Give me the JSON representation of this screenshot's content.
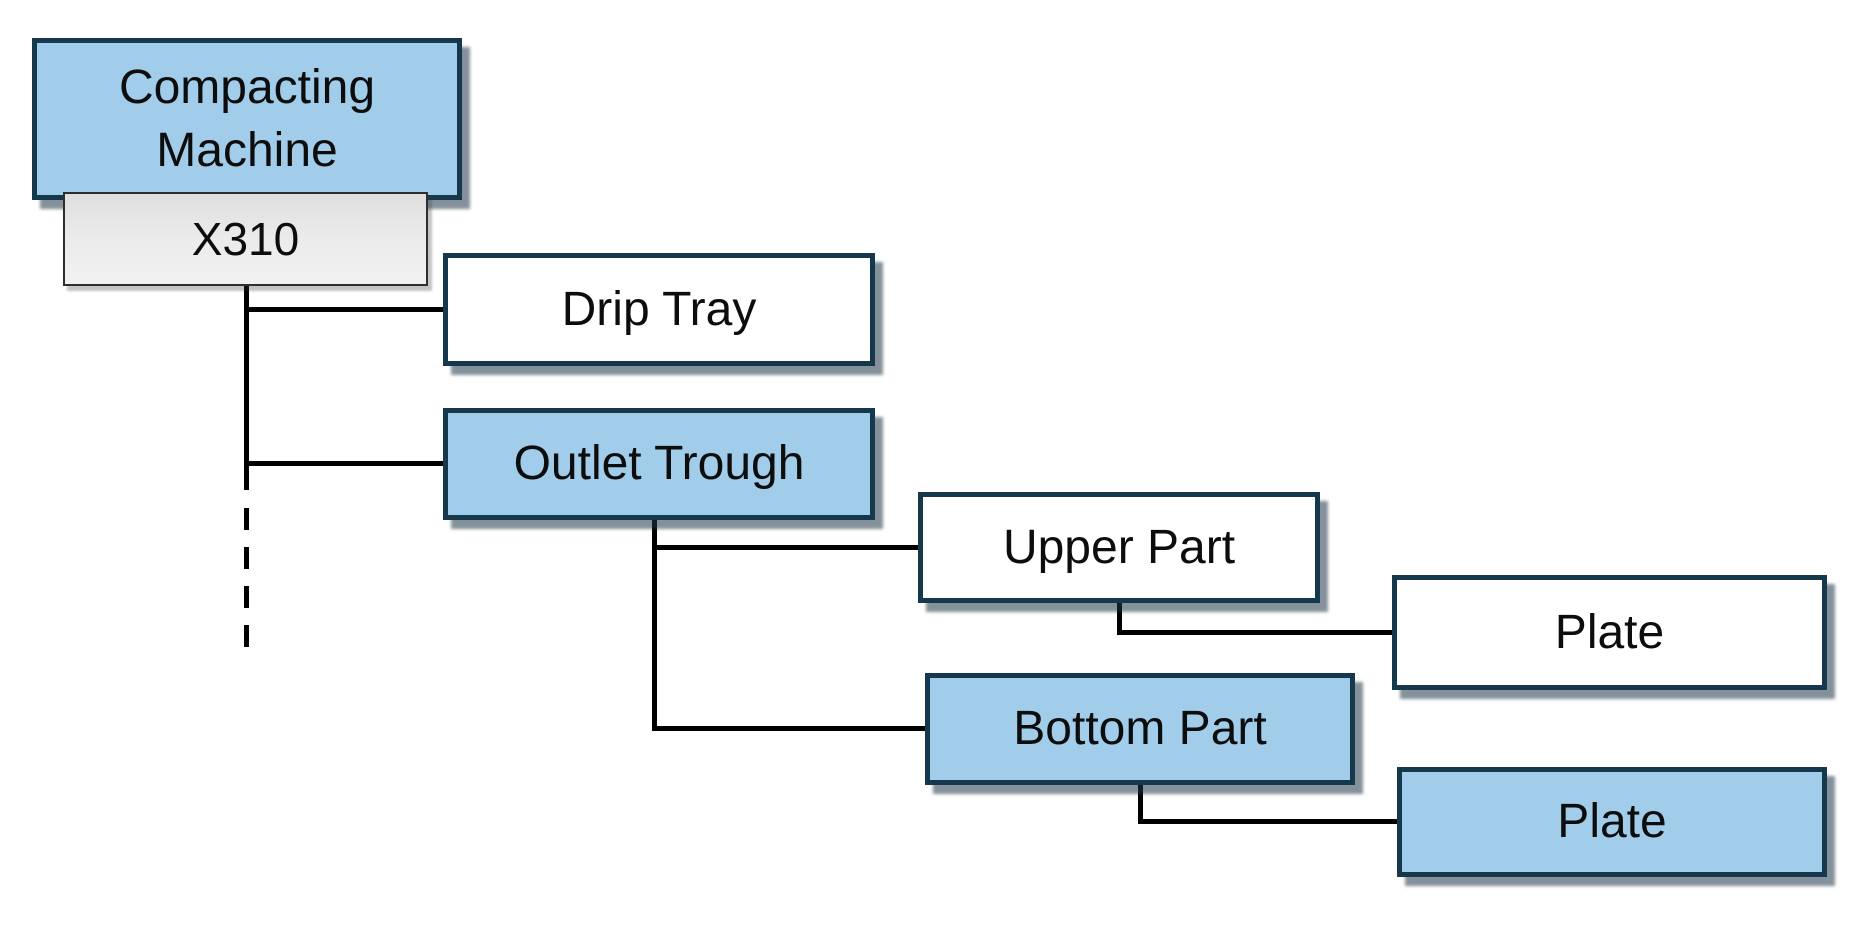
{
  "diagram": {
    "type": "product-structure-tree",
    "nodes": {
      "compacting_machine": {
        "label": "Compacting Machine",
        "style": "highlight",
        "level": 0
      },
      "model_badge": {
        "label": "X310",
        "style": "badge",
        "level": 0
      },
      "drip_tray": {
        "label": "Drip Tray",
        "style": "plain",
        "level": 1
      },
      "outlet_trough": {
        "label": "Outlet Trough",
        "style": "highlight",
        "level": 1
      },
      "upper_part": {
        "label": "Upper Part",
        "style": "plain",
        "level": 2
      },
      "plate_upper": {
        "label": "Plate",
        "style": "plain",
        "level": 3
      },
      "bottom_part": {
        "label": "Bottom Part",
        "style": "highlight",
        "level": 2
      },
      "plate_bottom": {
        "label": "Plate",
        "style": "highlight",
        "level": 3
      }
    },
    "edges": [
      {
        "parent": "compacting_machine",
        "child": "drip_tray"
      },
      {
        "parent": "compacting_machine",
        "child": "outlet_trough"
      },
      {
        "parent": "outlet_trough",
        "child": "upper_part"
      },
      {
        "parent": "outlet_trough",
        "child": "bottom_part"
      },
      {
        "parent": "upper_part",
        "child": "plate_upper"
      },
      {
        "parent": "bottom_part",
        "child": "plate_bottom"
      }
    ],
    "truncation": "dashed vertical trunk below the Outlet Trough branch indicating further children not shown",
    "colors": {
      "highlight_fill": "#a1cdeb",
      "plain_fill": "#ffffff",
      "badge_fill": "#e9e9e9",
      "node_border": "#16384d",
      "connector": "#000000",
      "text": "#0d0d0d",
      "background": "#ffffff"
    }
  }
}
